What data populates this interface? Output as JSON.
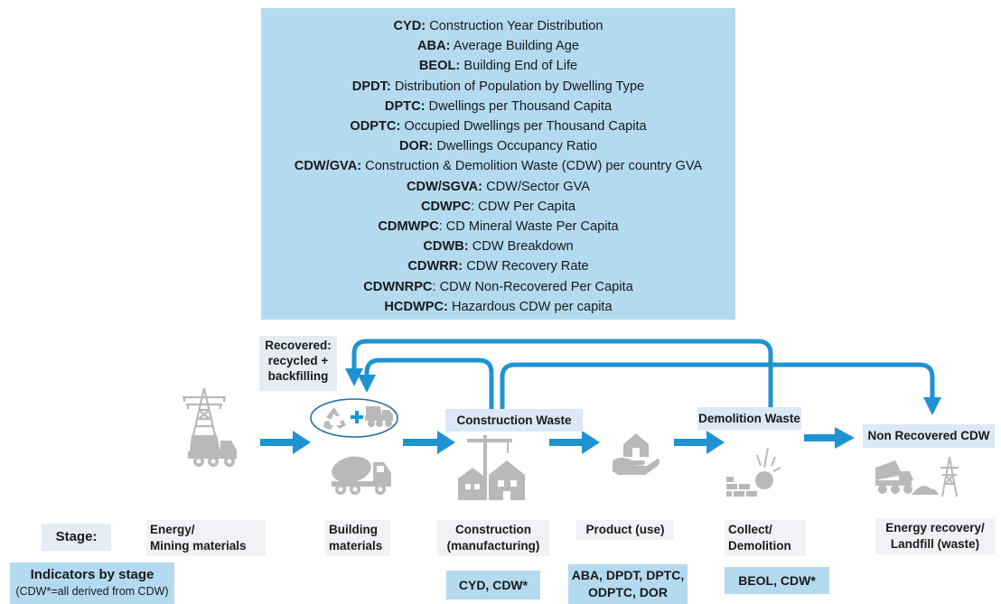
{
  "legend": [
    {
      "abbr": "CYD:",
      "text": " Construction Year Distribution"
    },
    {
      "abbr": "ABA:",
      "text": " Average Building Age"
    },
    {
      "abbr": "BEOL:",
      "text": " Building End of Life"
    },
    {
      "abbr": "DPDT:",
      "text": " Distribution of Population by Dwelling Type"
    },
    {
      "abbr": "DPTC:",
      "text": " Dwellings per Thousand Capita"
    },
    {
      "abbr": "ODPTC:",
      "text": " Occupied Dwellings per Thousand Capita"
    },
    {
      "abbr": "DOR:",
      "text": " Dwellings Occupancy Ratio"
    },
    {
      "abbr": "CDW/GVA:",
      "text": " Construction & Demolition Waste (CDW) per country GVA"
    },
    {
      "abbr": "CDW/SGVA:",
      "text": " CDW/Sector GVA"
    },
    {
      "abbr": "CDWPC",
      "text": ": CDW Per Capita"
    },
    {
      "abbr": "CDMWPC",
      "text": ": CD Mineral Waste Per Capita"
    },
    {
      "abbr": "CDWB:",
      "text": " CDW Breakdown"
    },
    {
      "abbr": "CDWRR:",
      "text": " CDW Recovery Rate"
    },
    {
      "abbr": "CDWNRPC",
      "text": ": CDW Non-Recovered Per Capita"
    },
    {
      "abbr": "HCDWPC:",
      "text": " Hazardous CDW per capita"
    }
  ],
  "flow_labels": {
    "recovered_line1": "Recovered:",
    "recovered_line2": "recycled +",
    "recovered_line3": "backfilling",
    "construction_waste": "Construction Waste",
    "demolition_waste": "Demolition Waste",
    "non_recovered": "Non Recovered CDW"
  },
  "stage_label": "Stage:",
  "stages": [
    {
      "line1": "Energy/",
      "line2": "Mining materials"
    },
    {
      "line1": "Building",
      "line2": "materials"
    },
    {
      "line1": "Construction",
      "line2": "(manufacturing)"
    },
    {
      "line1": "Product (use)",
      "line2": ""
    },
    {
      "line1": "Collect/",
      "line2": "Demolition"
    },
    {
      "line1": "Energy recovery/",
      "line2": "Landfill (waste)"
    }
  ],
  "indicators_title": "Indicators by stage",
  "indicators_note": "(CDW*=all derived from CDW)",
  "indicators": {
    "construction": "CYD, CDW*",
    "product_line1": "ABA, DPDT, DPTC,",
    "product_line2": "ODPTC, DOR",
    "demolition": "BEOL, CDW*"
  },
  "colors": {
    "legend_bg": "#b4daf0",
    "arrow": "#1f93d2",
    "icon_gray": "#b9b9b9"
  },
  "icons": [
    "power-tower-icon",
    "dump-truck-icon",
    "recycle-icon",
    "plus-icon",
    "cement-mixer-icon",
    "crane-houses-icon",
    "hand-house-icon",
    "wrecking-ball-icon",
    "landfill-icon"
  ]
}
